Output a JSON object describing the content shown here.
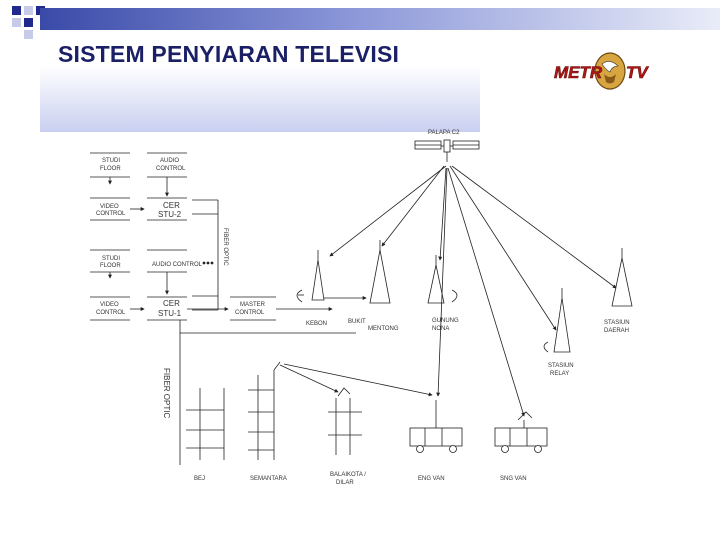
{
  "slide": {
    "title": "SISTEM PENYIARAN TELEVISI",
    "logo_text_left": "METR",
    "logo_text_right": "TV",
    "colors": {
      "title": "#1a1f66",
      "band": "#3a4aa8",
      "logo_red": "#b01818",
      "logo_gold": "#d8a640"
    }
  },
  "diagram": {
    "satellite": "PALAPA C2",
    "left_blocks": {
      "studio_floor_top": [
        "STUDI",
        "FLOOR"
      ],
      "audio_control_top": [
        "AUDIO",
        "CONTROL"
      ],
      "video_control_top": [
        "VIDEO",
        "CONTROL"
      ],
      "cer2": [
        "CER",
        "STU-2"
      ],
      "studio_floor_bottom": [
        "STUDI",
        "FLOOR"
      ],
      "audio_control_bottom": [
        "AUDIO CONTROL"
      ],
      "video_control_bottom": [
        "VIDEO",
        "CONTROL"
      ],
      "cer1": [
        "CER",
        "STU-1"
      ],
      "master_control": [
        "MASTER",
        "CONTROL"
      ]
    },
    "fiber_optic_vertical": "FIBER OPTIC",
    "fiber_optic_left": "FIBER OPTIC",
    "stations": {
      "kebon": "KEBON",
      "bukit": [
        "BUKIT",
        "MENTONG"
      ],
      "gunung": [
        "GUNUNG",
        "NONA"
      ],
      "stasiun_relay": [
        "STASIUN",
        "RELAY"
      ],
      "stasiun_daerah": [
        "STASIUN",
        "DAERAH"
      ]
    },
    "bottom_labels": {
      "bej": "BEJ",
      "semantara": "SEMANTARA",
      "balaikota": [
        "BALAIKOTA /",
        "DILAR"
      ],
      "eng_van": "ENG VAN",
      "sng_van": "SNG VAN"
    }
  }
}
